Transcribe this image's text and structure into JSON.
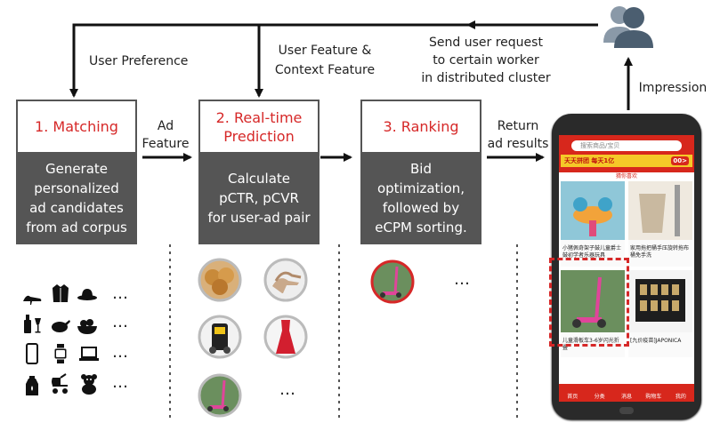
{
  "flow": {
    "user_preference": "User Preference",
    "user_feature_line1": "User Feature &",
    "user_feature_line2": "Context Feature",
    "send_request_line1": "Send user request",
    "send_request_line2": "to certain worker",
    "send_request_line3": "in distributed cluster",
    "impression": "Impression",
    "ad_feature_line1": "Ad",
    "ad_feature_line2": "Feature",
    "return_line1": "Return",
    "return_line2": "ad results"
  },
  "stages": [
    {
      "title": "1. Matching",
      "desc": [
        "Generate",
        "personalized",
        "ad candidates",
        "from ad corpus"
      ]
    },
    {
      "title_line1": "2. Real-time",
      "title_line2": "Prediction",
      "desc": [
        "Calculate",
        "pCTR, pCVR",
        "for user-ad pair"
      ]
    },
    {
      "title": "3. Ranking",
      "desc": [
        "Bid optimization,",
        "followed by",
        "eCPM sorting."
      ]
    }
  ],
  "ellipsis": "…",
  "icons": {
    "matching_rows": [
      [
        "high-heel-icon",
        "coat-icon",
        "hat-icon"
      ],
      [
        "wine-bottle-icon",
        "roast-chicken-icon",
        "fruit-bowl-icon"
      ],
      [
        "smartphone-icon",
        "smartwatch-icon",
        "laptop-icon"
      ],
      [
        "lotion-bottle-icon",
        "baby-stroller-icon",
        "teddy-bear-icon"
      ]
    ],
    "prediction_items": [
      "bread-image",
      "high-heels-image",
      "toy-robot-image",
      "red-dress-image",
      "kick-scooter-image"
    ],
    "ranking_item": "kick-scooter-image",
    "user": "users-icon"
  },
  "phone": {
    "app_color": "#d7271c",
    "search_placeholder": "搜索商品/宝贝",
    "banner_text": "天天拼团 每天1亿",
    "banner_badge": "00>",
    "section_label": "猜你喜欢",
    "product_texts": [
      "小猪佩奇架子鼓儿童爵士鼓初学者乐器玩具",
      "家用拖把桶手压旋转拖布桶免手洗",
      "儿童滑板车3-6岁闪光折叠",
      "[九价疫苗]JAPONICA"
    ],
    "tabs": [
      "首页",
      "分类",
      "消息",
      "购物车",
      "我的"
    ]
  },
  "colors": {
    "accent_red": "#d62828",
    "box_dark": "#555555",
    "arrow": "#111111",
    "user_icon": "#4b5e70"
  }
}
